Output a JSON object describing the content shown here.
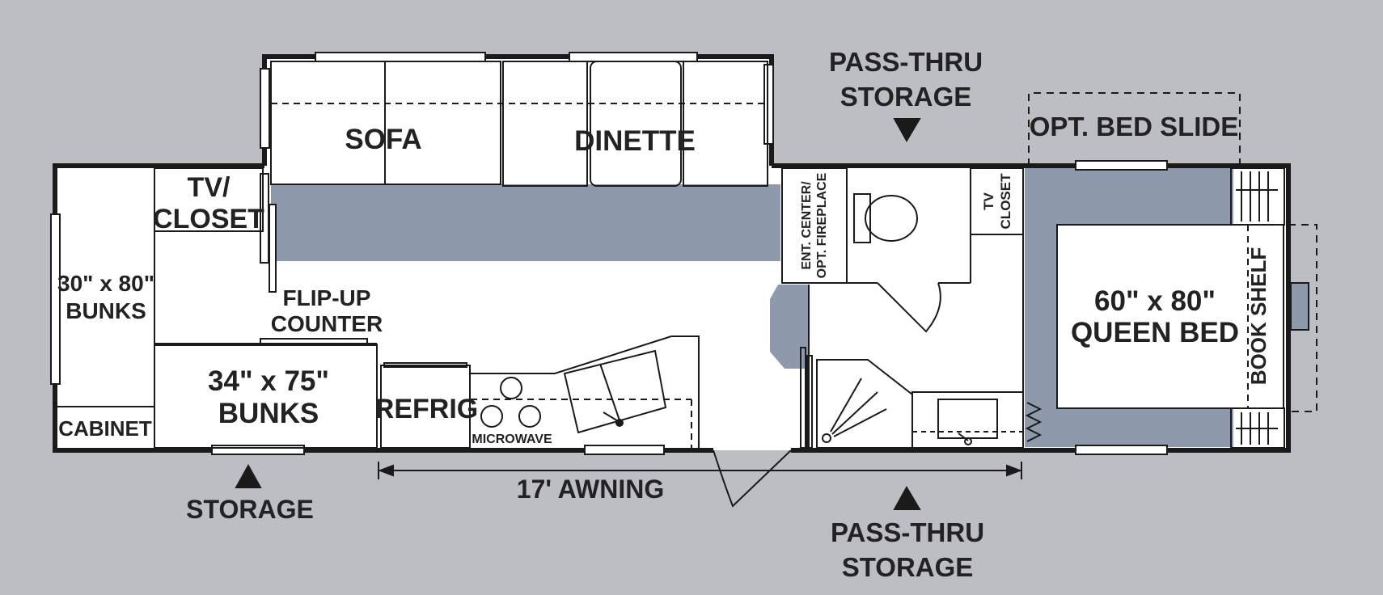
{
  "colors": {
    "background": "#bcbec4",
    "floor": "#ffffff",
    "carpet": "#8e9aab",
    "line": "#1a1a1a"
  },
  "labels": {
    "pass_thru_top_1": "PASS-THRU",
    "pass_thru_top_2": "STORAGE",
    "opt_bed_slide": "OPT. BED SLIDE",
    "sofa": "SOFA",
    "dinette": "DINETTE",
    "tv_closet_1": "TV/",
    "tv_closet_2": "CLOSET",
    "bunks_30_1": "30\" x 80\"",
    "bunks_30_2": "BUNKS",
    "cabinet": "CABINET",
    "flip_up_1": "FLIP-UP",
    "flip_up_2": "COUNTER",
    "bunks_34_1": "34\" x 75\"",
    "bunks_34_2": "BUNKS",
    "refrig": "REFRIG",
    "microwave": "MICROWAVE",
    "ent_center_1": "ENT. CENTER/",
    "ent_center_2": "OPT. FIREPLACE",
    "tv_closet_v1": "TV",
    "tv_closet_v2": "CLOSET",
    "queen_bed_1": "60\" x 80\"",
    "queen_bed_2": "QUEEN BED",
    "book_shelf": "BOOK SHELF",
    "storage_bottom": "STORAGE",
    "awning": "17' AWNING",
    "pass_thru_bottom_1": "PASS-THRU",
    "pass_thru_bottom_2": "STORAGE"
  }
}
